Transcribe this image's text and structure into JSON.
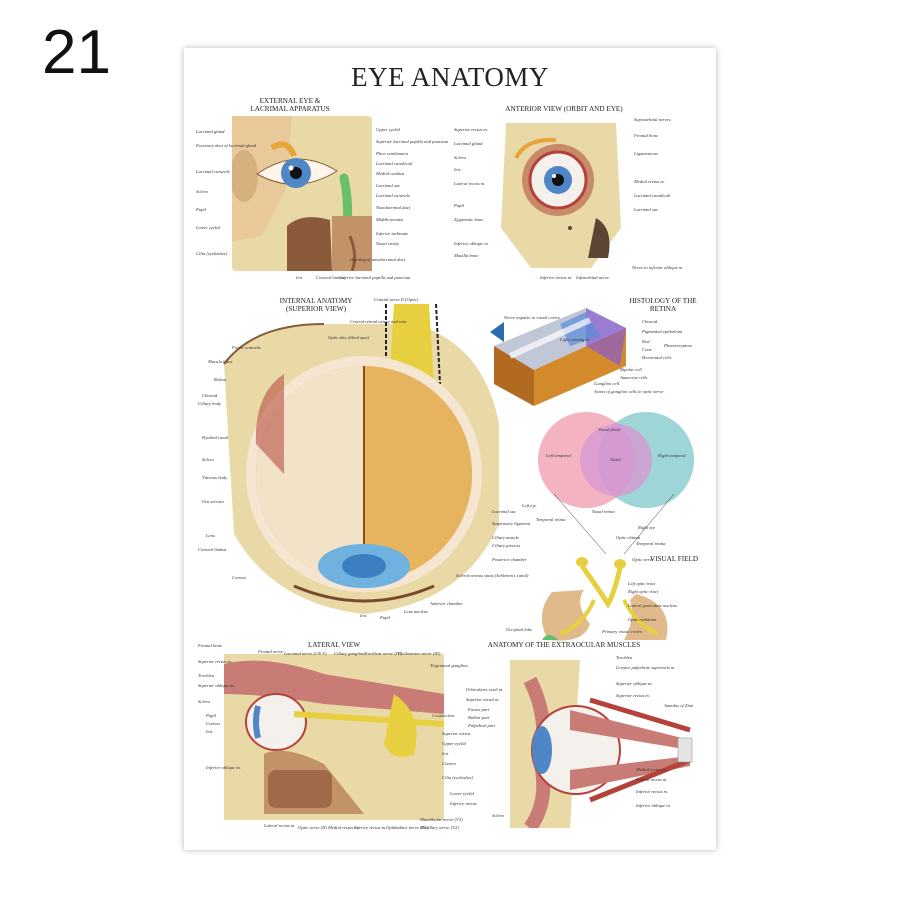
{
  "badge": "21",
  "poster": {
    "title": "EYE ANATOMY",
    "sections": {
      "external": "EXTERNAL EYE & LACRIMAL APPARATUS",
      "anterior": "ANTERIOR VIEW (ORBIT AND EYE)",
      "internal": "INTERNAL ANATOMY (SUPERIOR VIEW)",
      "histology": "HISTOLOGY OF THE RETINA",
      "visual_field": "VISUAL FIELD",
      "lateral": "LATERAL VIEW",
      "extraocular": "ANATOMY OF THE EXTRAOCULAR MUSCLES"
    },
    "labels": {
      "ext_left": [
        "Lacrimal gland",
        "Excretory duct of lacrimal gland",
        "Lacrimal caruncle",
        "Sclera",
        "Pupil",
        "Lower eyelid",
        "Cilia (eyelashes)"
      ],
      "ext_right": [
        "Upper eyelid",
        "Superior lacrimal papilla and punctum",
        "Plica semilunaris",
        "Lacrimal canaliculi",
        "Medial canthus",
        "Lacrimal sac",
        "Lacrimal caruncle",
        "Nasolacrimal duct",
        "Middle meatus",
        "Inferior turbinate",
        "Nasal cavity",
        "Opening of nasolacrimal duct"
      ],
      "ext_bottom": [
        "Iris",
        "Corneal limbus",
        "Inferior lacrimal papilla and punctum"
      ],
      "ant_left": [
        "Superior rectus m.",
        "Lacrimal gland",
        "Sclera",
        "Iris",
        "Lateral rectus m.",
        "Pupil",
        "Zygomatic bone",
        "Inferior oblique m.",
        "Maxilla bone"
      ],
      "ant_right": [
        "Supraorbital nerves",
        "Frontal bone",
        "Ligamentous",
        "Medial rectus m.",
        "Lacrimal canaliculi",
        "Lacrimal sac"
      ],
      "ant_bottom": [
        "Inferior rectus m.",
        "Infraorbital nerve",
        "Nerve to inferior oblique m."
      ],
      "int_left": [
        "Fovea centralis",
        "Macula lutea",
        "Retina",
        "Choroid",
        "Ciliary body",
        "Hyaloid canal",
        "Sclera",
        "Vitreous body",
        "Ora serrata",
        "Lens",
        "Corneal limbus",
        "Cornea"
      ],
      "int_right": [
        "Lacrimal sac",
        "Suspensory ligament",
        "Ciliary muscle",
        "Ciliary process",
        "Posterior chamber",
        "Scleral venous sinus (Schlemm's canal)",
        "Anterior chamber"
      ],
      "int_top": [
        "Central retinal artery and vein",
        "Optic disc (blind spot)",
        "Cranial nerve II (Optic)"
      ],
      "int_bottom": [
        "Iris",
        "Pupil",
        "Lens nucleus"
      ],
      "histology": [
        "Choroid",
        "Pigmented epithelium",
        "Rod",
        "Cone",
        "Photoreceptors",
        "Horizontal cells",
        "Bipolar cell",
        "Amacrine cells",
        "Ganglion cell",
        "Axons of ganglion cells to optic nerve"
      ],
      "histology_top": [
        "Nerve impulse to visual cortex",
        "Light coming in"
      ],
      "vf_circles": [
        "Visual fields",
        "Left temporal",
        "Nasal",
        "Right temporal"
      ],
      "vf_labels": [
        "Left eye",
        "Nasal retina",
        "Temporal retina",
        "Right eye",
        "Optic chiasm",
        "Temporal retina",
        "Optic nerve",
        "Left optic tract",
        "Right optic tract",
        "Lateral geniculate nucleus",
        "Optic radiation",
        "Primary visual cortex",
        "Occipital lobe"
      ],
      "lat_top": [
        "Frontal nerve",
        "Lacrimal nerve (CN V)",
        "Ciliary ganglion",
        "Trochlear nerve (IV)",
        "Oculomotor nerve (III)",
        "Trigeminal ganglion"
      ],
      "lat_left": [
        "Frontal bone",
        "Superior rectus m.",
        "Trochlea",
        "Superior oblique m.",
        "Sclera",
        "Pupil",
        "Cornea",
        "Iris",
        "Inferior oblique m."
      ],
      "lat_bottom": [
        "Lateral rectus m.",
        "Optic nerve (II)",
        "Medial rectus m.",
        "Inferior rectus m.",
        "Ophthalmic nerve (V1)",
        "Maxillary nerve (V2)",
        "Mandibular nerve (V3)"
      ],
      "mus_left": [
        "Orbicularis oculi m.",
        "Superior tarsal m.",
        "Conjunctiva",
        "Superior tarsus",
        "Upper eyelid",
        "Iris",
        "Cornea",
        "Cilia (eyelashes)",
        "Lower eyelid",
        "Inferior tarsus",
        "Sclera"
      ],
      "mus_left_sub": [
        "Fornix part",
        "Bulbar part",
        "Palpebral part"
      ],
      "mus_right": [
        "Trochlea",
        "Levator palpebrae superioris m.",
        "Superior oblique m.",
        "Superior rectus m.",
        "Annulus of Zinn",
        "Medial rectus m.",
        "Lateral rectus m.",
        "Inferior rectus m.",
        "Inferior oblique m."
      ]
    }
  },
  "colors": {
    "bone": "#e9d9a6",
    "skin": "#e9c89a",
    "iris": "#4f86c6",
    "vitreous": "#d99a3e",
    "muscle": "#c97b76",
    "nerve": "#e8cf3f",
    "vf_left": "#f1a6b6",
    "vf_right": "#8dcfd0",
    "vf_nasal": "#d69ad2"
  }
}
